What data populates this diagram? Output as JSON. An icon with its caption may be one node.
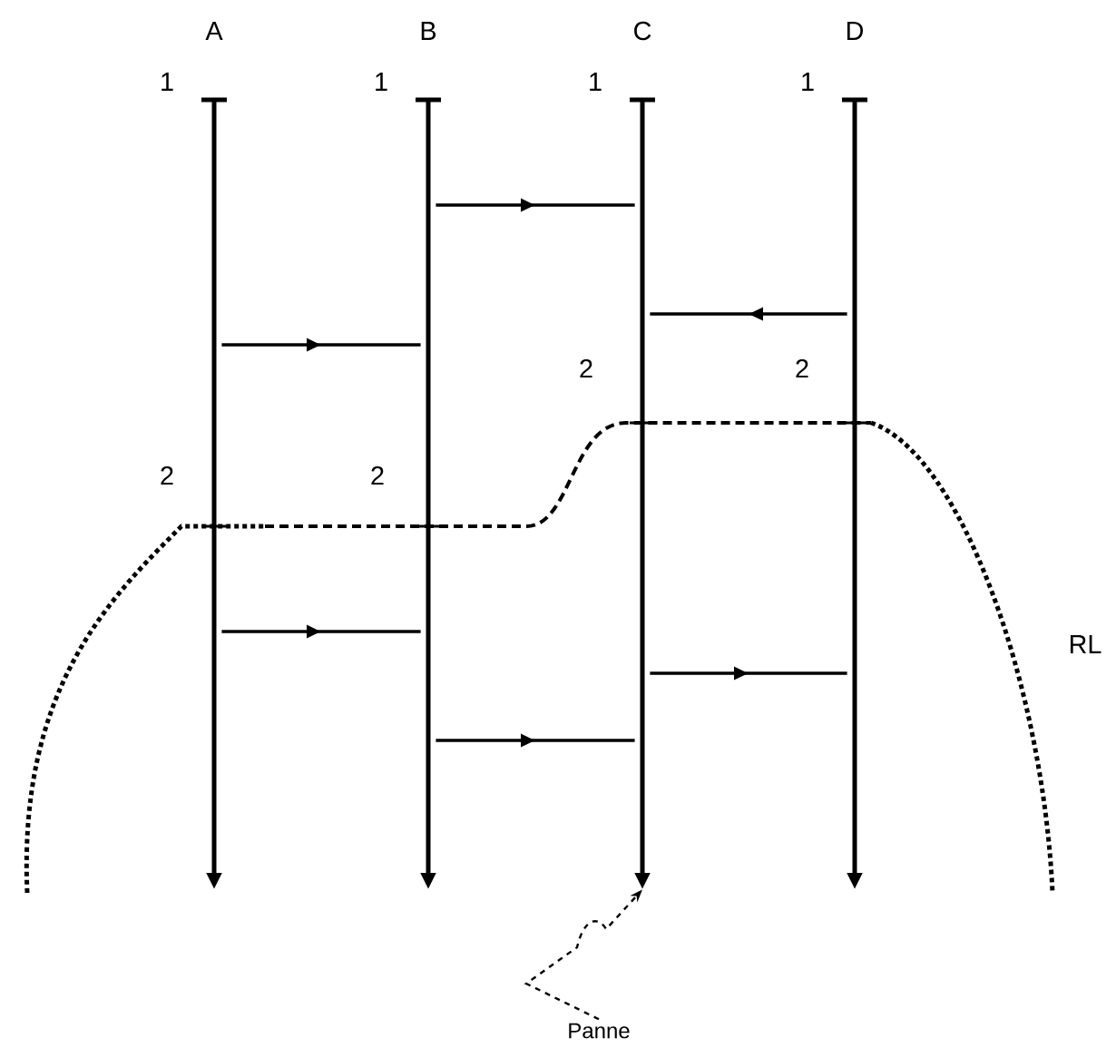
{
  "diagram": {
    "nodes": [
      {
        "text": [
          "A"
        ],
        "beside": [
          "1",
          "2"
        ]
      },
      {
        "text": [
          "B"
        ],
        "beside": [
          "1",
          "2"
        ]
      },
      {
        "text": [
          "C"
        ],
        "beside": [
          "1",
          "2"
        ]
      },
      {
        "text": [
          "D"
        ],
        "beside": [
          "1",
          "2"
        ]
      },
      {
        "text": [
          "Panne"
        ]
      }
    ],
    "edges": [
      {
        "from": 1,
        "to": 2,
        "arrow": "to"
      },
      {
        "from": 3,
        "to": 2,
        "arrow": "to"
      },
      {
        "from": 0,
        "to": 1,
        "arrow": "to"
      },
      {
        "from": 0,
        "to": 1,
        "arrow": "to"
      },
      {
        "from": 2,
        "to": 3,
        "arrow": "to"
      },
      {
        "from": 1,
        "to": 2,
        "arrow": "to"
      },
      {
        "from": 4,
        "to": 2,
        "arrow": "to",
        "style": "dashed"
      }
    ],
    "labels": [
      "RL"
    ]
  }
}
